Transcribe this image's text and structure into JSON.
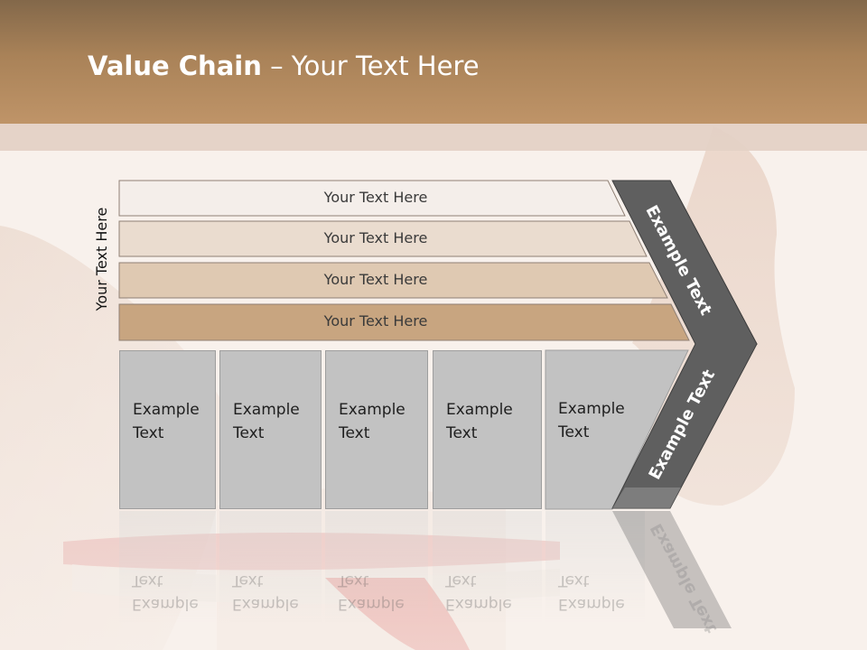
{
  "header": {
    "title_bold": "Value Chain",
    "title_rest": " – Your Text Here"
  },
  "side_label": "Your Text Here",
  "rows": [
    {
      "label": "Your Text Here",
      "color": "#f4eeea"
    },
    {
      "label": "Your Text Here",
      "color": "#eadccf"
    },
    {
      "label": "Your Text Here",
      "color": "#dfc9b2"
    },
    {
      "label": "Your Text Here",
      "color": "#c8a580"
    }
  ],
  "boxes": [
    {
      "line1": "Example",
      "line2": "Text"
    },
    {
      "line1": "Example",
      "line2": "Text"
    },
    {
      "line1": "Example",
      "line2": "Text"
    },
    {
      "line1": "Example",
      "line2": "Text"
    },
    {
      "line1": "Example",
      "line2": "Text"
    }
  ],
  "chevron": {
    "upper_label": "Example Text",
    "lower_label": "Example Text",
    "color": "#5f5f5f"
  }
}
